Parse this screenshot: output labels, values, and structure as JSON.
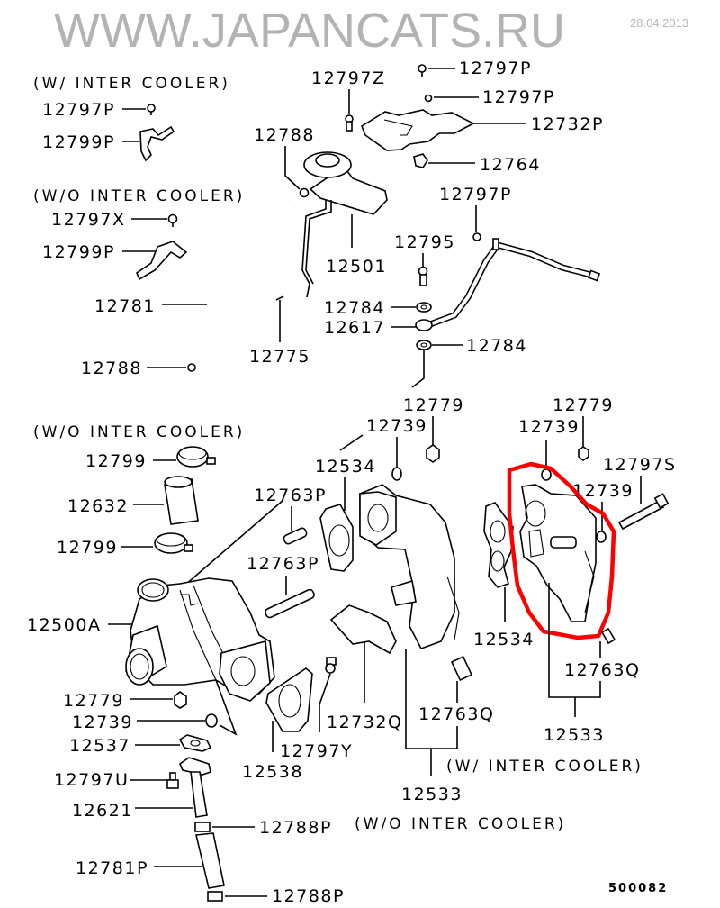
{
  "diagram": {
    "notes": {
      "w_ic_top": "(W/ INTER COOLER)",
      "wo_ic_top": "(W/O INTER COOLER)",
      "wo_ic_mid": "(W/O INTER COOLER)",
      "w_ic_bottom": "(W/ INTER COOLER)",
      "wo_ic_bottom": "(W/O INTER COOLER)"
    },
    "labels": {
      "p12797P_a": "12797P",
      "p12799P_a": "12799P",
      "p12797X": "12797X",
      "p12799P_b": "12799P",
      "p12797Z": "12797Z",
      "p12797P_b": "12797P",
      "p12797P_c": "12797P",
      "p12732P": "12732P",
      "p12764": "12764",
      "p12788_a": "12788",
      "p12501": "12501",
      "p12797P_d": "12797P",
      "p12795": "12795",
      "p12781": "12781",
      "p12784_a": "12784",
      "p12617": "12617",
      "p12784_b": "12784",
      "p12788_b": "12788",
      "p12775": "12775",
      "p12779_a": "12779",
      "p12739_a": "12739",
      "p12779_b": "12779",
      "p12739_b": "12739",
      "p12534_a": "12534",
      "p12797S": "12797S",
      "p12739_c": "12739",
      "p12799_a": "12799",
      "p12632": "12632",
      "p12799_b": "12799",
      "p12763P_a": "12763P",
      "p12763P_b": "12763P",
      "p12500A": "12500A",
      "p12534_b": "12534",
      "p12763Q_a": "12763Q",
      "p12533_a": "12533",
      "p12779_c": "12779",
      "p12739_d": "12739",
      "p12537": "12537",
      "p12797U": "12797U",
      "p12621": "12621",
      "p12788P_a": "12788P",
      "p12781P": "12781P",
      "p12788P_b": "12788P",
      "p12538": "12538",
      "p12797Y": "12797Y",
      "p12732Q": "12732Q",
      "p12763Q_b": "12763Q",
      "p12533_b": "12533"
    },
    "watermark": "WWW.JAPANCATS.RU",
    "date_stamp": "28.04.2013",
    "figure_code": "500082",
    "highlight_color": "#ff0000"
  }
}
